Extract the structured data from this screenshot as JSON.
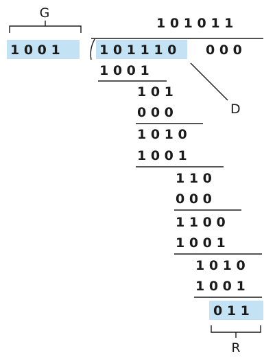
{
  "labels": {
    "generator": "G",
    "data": "D",
    "remainder": "R"
  },
  "generator": "1 0 0 1",
  "quotient": "1 0 1 0 1 1",
  "dividend_data": "1 0 1 1 1 0",
  "dividend_padding": "0 0 0",
  "steps": [
    "1 0 0 1",
    "1 0 1",
    "0 0 0",
    "1 0 1 0",
    "1 0 0 1",
    "1 1 0",
    "0 0 0",
    "1 1 0 0",
    "1 0 0 1",
    "1 0 1 0",
    "1 0 0 1"
  ],
  "remainder": "0 1 1",
  "colors": {
    "highlight": "#c3e3f4",
    "text": "#1a1a1a"
  }
}
